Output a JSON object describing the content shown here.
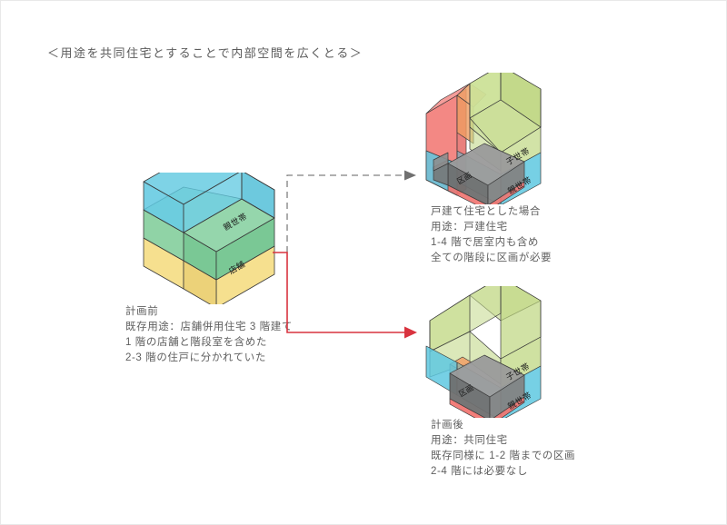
{
  "page": {
    "heading": "＜用途を共同住宅とすることで内部空間を広くとる＞",
    "background_color": "#ffffff"
  },
  "palette": {
    "cyan": "#5ec8e0",
    "green": "#6cc28a",
    "yellow": "#f5dd85",
    "olive": "#c3d98a",
    "red": "#f1736f",
    "orange": "#f0a36a",
    "gray_volume": "#7d7d7d",
    "outline": "#3a3a3a",
    "arrow_red": "#d9333f",
    "arrow_gray": "#808080",
    "text": "#5f5f5f"
  },
  "diagrams": {
    "before": {
      "name": "計画前",
      "volume_labels": [
        {
          "text": "親世帯",
          "level": "2-3F"
        },
        {
          "text": "店舗",
          "level": "1F"
        }
      ],
      "caption": "計画前\n既存用途：店舗併用住宅 3 階建て\n1 階の店舗と階段室を含めた\n2-3 階の住戸に分かれていた"
    },
    "detached": {
      "name": "戸建て住宅とした場合",
      "volume_labels": [
        {
          "text": "子世帯",
          "level": "3-4F"
        },
        {
          "text": "親世帯",
          "level": "1-2F"
        },
        {
          "text": "区画",
          "level": "core"
        }
      ],
      "caption": "戸建て住宅とした場合\n用途：戸建住宅\n1-4 階で居室内も含め\n全ての階段に区画が必要"
    },
    "after": {
      "name": "計画後",
      "volume_labels": [
        {
          "text": "子世帯",
          "level": "3-4F"
        },
        {
          "text": "親世帯",
          "level": "1-2F"
        },
        {
          "text": "区画",
          "level": "core"
        }
      ],
      "caption": "計画後\n用途：共同住宅\n既存同様に 1-2 階までの区画\n2-4 階には必要なし"
    }
  },
  "arrows": {
    "dashed": {
      "style": "dashed",
      "color": "#808080",
      "direction": "right",
      "target": "detached"
    },
    "solid": {
      "style": "solid",
      "color": "#d9333f",
      "direction": "right",
      "target": "after"
    }
  }
}
